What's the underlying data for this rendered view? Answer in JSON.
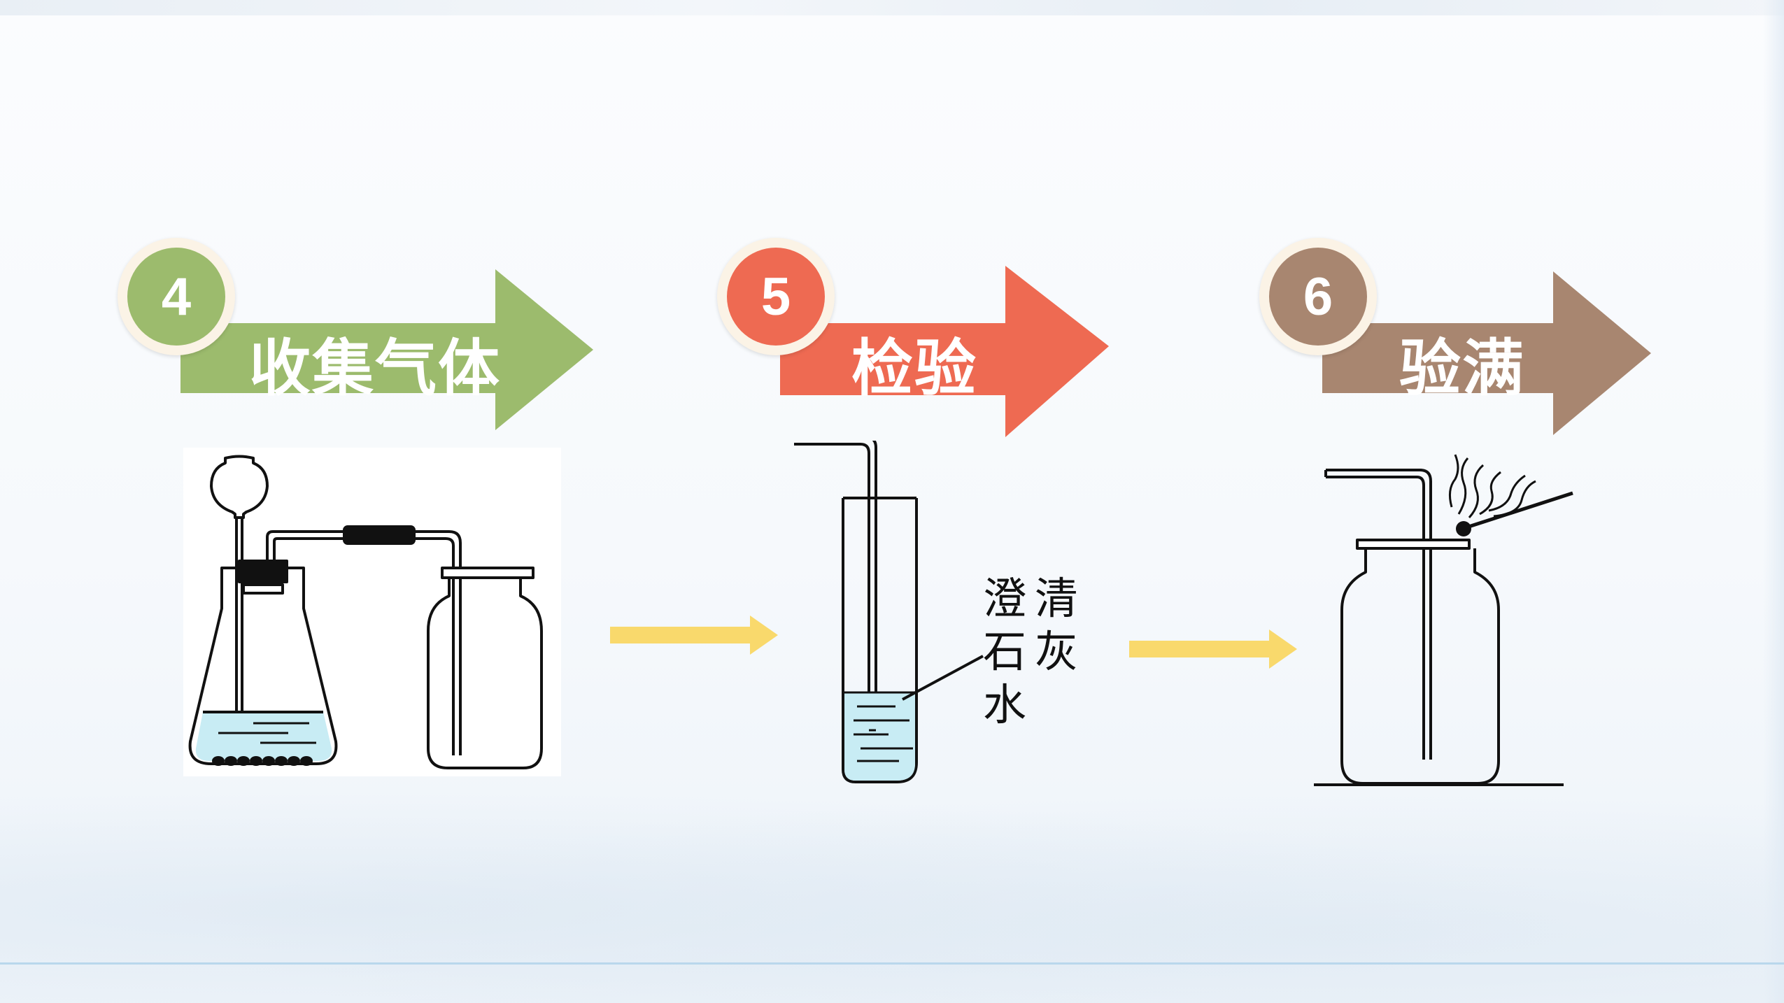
{
  "steps": [
    {
      "number": "4",
      "label": "收集气体",
      "color": "#9cbb6d"
    },
    {
      "number": "5",
      "label": "检验",
      "color": "#ee6a52"
    },
    {
      "number": "6",
      "label": "验满",
      "color": "#a88670"
    }
  ],
  "reagent": {
    "line1": "澄清",
    "line2": "石灰",
    "line3": "水"
  },
  "colors": {
    "flow_arrow": "#f9d96c",
    "liquid": "#c8ecf4",
    "badge_bg": "#fbf3e6"
  }
}
